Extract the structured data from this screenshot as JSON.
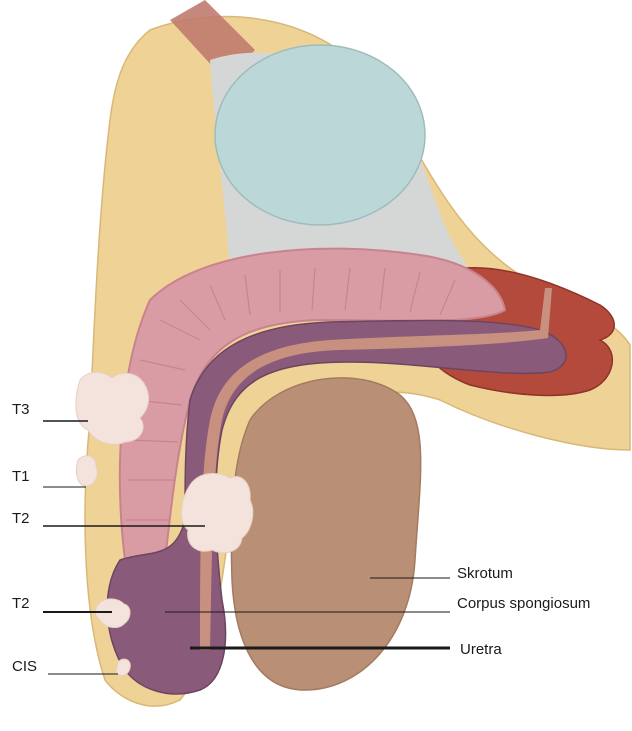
{
  "labels": {
    "t3": "T3",
    "t1": "T1",
    "t2_upper": "T2",
    "t2_lower": "T2",
    "cis": "CIS",
    "skrotum": "Skrotum",
    "corpus_spongiosum": "Corpus spongiosum",
    "uretra": "Uretra"
  },
  "colors": {
    "background": "#ffffff",
    "skin_fat": "#efd296",
    "skin_outline": "#d9b877",
    "bladder": "#bcd7d8",
    "fascia": "#d4d7d6",
    "muscle_top": "#c07a6e",
    "corpus_cavernosum": "#d99ca5",
    "cavernosum_septa": "#c9838d",
    "corpus_spongiosum": "#8a5a7a",
    "urethra": "#c8907f",
    "testis_muscle": "#b34a3c",
    "scrotum": "#b98f76",
    "tumor": "#f3e3dc",
    "leader_line": "#1a1a1a"
  }
}
